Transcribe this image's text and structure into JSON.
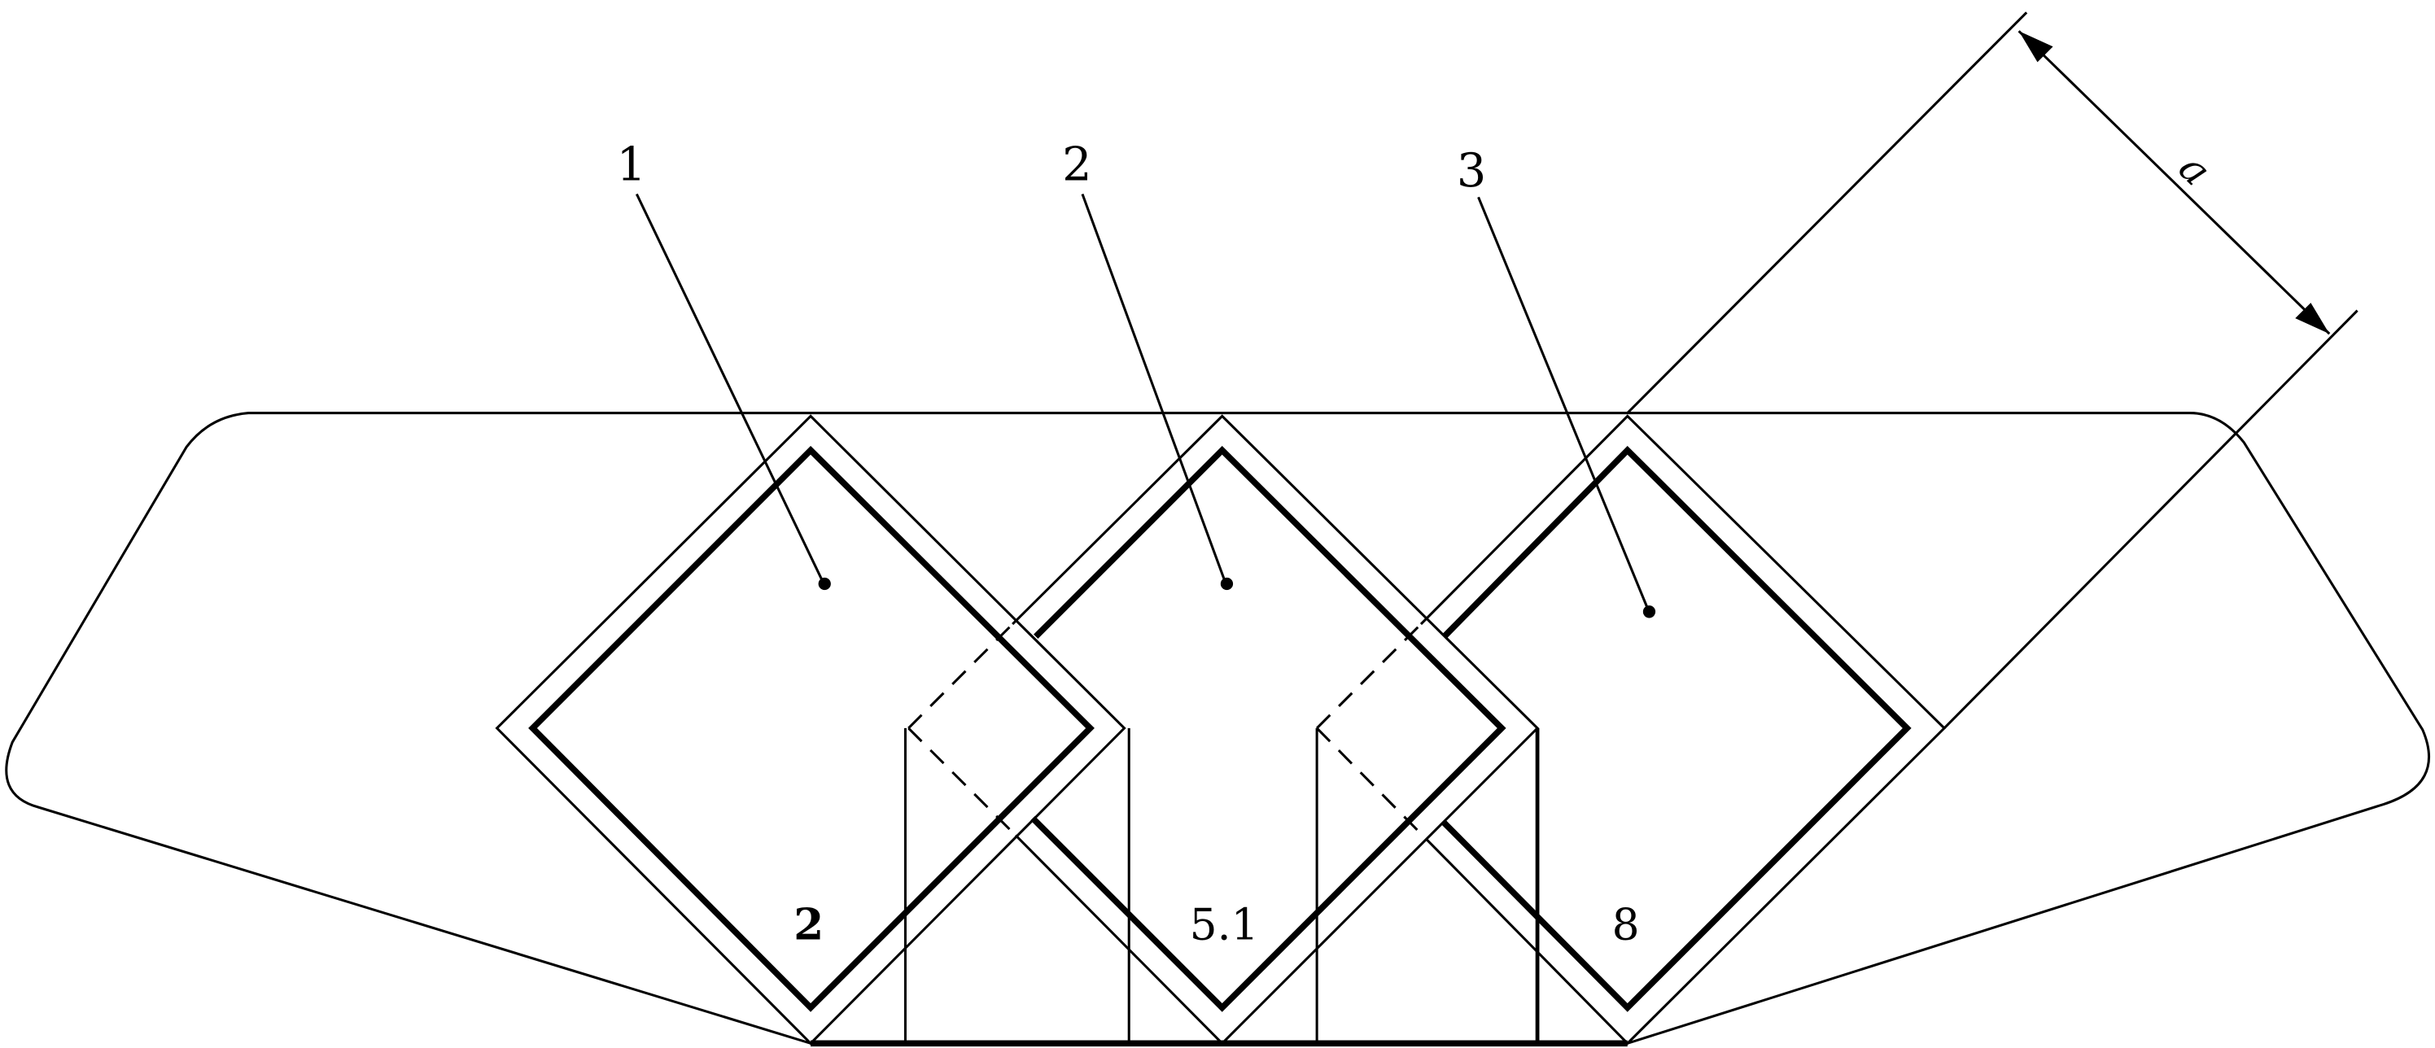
{
  "diagram": {
    "callouts": [
      {
        "label": "1"
      },
      {
        "label": "2"
      },
      {
        "label": "3"
      }
    ],
    "values": [
      "2",
      "5.1",
      "8"
    ],
    "dimension_label": "a",
    "line_color": "#000000",
    "background": "#ffffff"
  }
}
